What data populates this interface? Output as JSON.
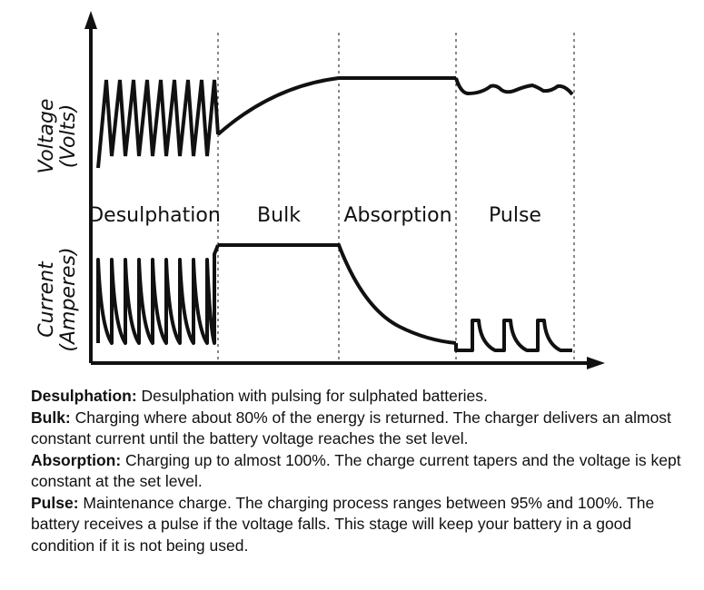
{
  "diagram": {
    "y_label_upper": "Voltage",
    "y_label_upper_unit": "(Volts)",
    "y_label_lower": "Current",
    "y_label_lower_unit": "(Amperes)",
    "phases": [
      "Desulphation",
      "Bulk",
      "Absorption",
      "Pulse"
    ]
  },
  "legend": [
    {
      "term": "Desulphation:",
      "text": " Desulphation with pulsing for sulphated batteries."
    },
    {
      "term": "Bulk:",
      "text": " Charging where about 80% of the energy is returned. The charger delivers an almost constant current until the battery voltage reaches the set level."
    },
    {
      "term": "Absorption:",
      "text": " Charging up to almost 100%. The charge current tapers and the voltage is kept constant at the set level."
    },
    {
      "term": "Pulse:",
      "text": " Maintenance charge. The charging process ranges between 95% and 100%. The battery receives a pulse if the voltage falls. This stage will keep your battery in a good condition if it is not being used."
    }
  ]
}
